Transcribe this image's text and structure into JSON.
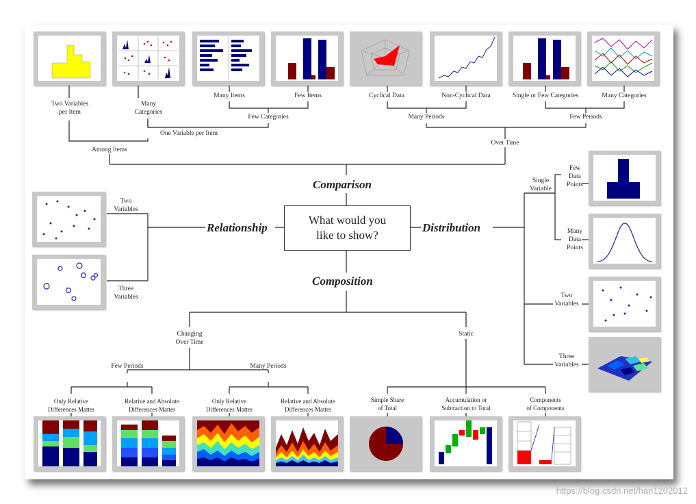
{
  "center_question": "What would you\nlike to show?",
  "categories": {
    "comparison": "Comparison",
    "relationship": "Relationship",
    "distribution": "Distribution",
    "composition": "Composition"
  },
  "comparison": {
    "among_items": "Among Items",
    "over_time": "Over Time",
    "two_variables_per_item": "Two Variables\nper Item",
    "one_variable_per_item": "One Variable per Item",
    "many_categories_left": "Many\nCategories",
    "few_categories": "Few Categories",
    "many_items": "Many Items",
    "few_items": "Few Items",
    "many_periods": "Many Periods",
    "few_periods": "Few Periods",
    "cyclical_data": "Cyclical Data",
    "non_cyclical_data": "Non-Cyclical Data",
    "single_or_few_categories": "Single or Few Categories",
    "many_categories_right": "Many Categories"
  },
  "relationship": {
    "two_variables": "Two\nVariables",
    "three_variables": "Three\nVariables"
  },
  "distribution": {
    "single_variable": "Single\nVariable",
    "few_data_points": "Few\nData\nPoints",
    "many_data_points": "Many\nData\nPoints",
    "two_variables": "Two\nVariables",
    "three_variables": "Three\nVariables"
  },
  "composition": {
    "changing_over_time": "Changing\nOver Time",
    "static": "Static",
    "few_periods": "Few Periods",
    "many_periods": "Many Periods",
    "only_relative_1": "Only Relative\nDifferences Matter",
    "relative_absolute_1": "Relative and Absolute\nDifferences Matter",
    "only_relative_2": "Only Relative\nDifferences Matter",
    "relative_absolute_2": "Relative and Absolute\nDifferences Matter",
    "simple_share": "Simple Share\nof Total",
    "accumulation": "Accumulation or\nSubtraction to Total",
    "components": "Components\nof Components"
  },
  "watermark": "https://blog.csdn.net/han1202012",
  "colors": {
    "navy": "#00007f",
    "dark_red": "#7f0000",
    "yellow": "#ffff00",
    "red": "#ff0000",
    "green": "#00b000",
    "blue": "#0000ff",
    "thumb_bg": "#c8c8c8"
  }
}
